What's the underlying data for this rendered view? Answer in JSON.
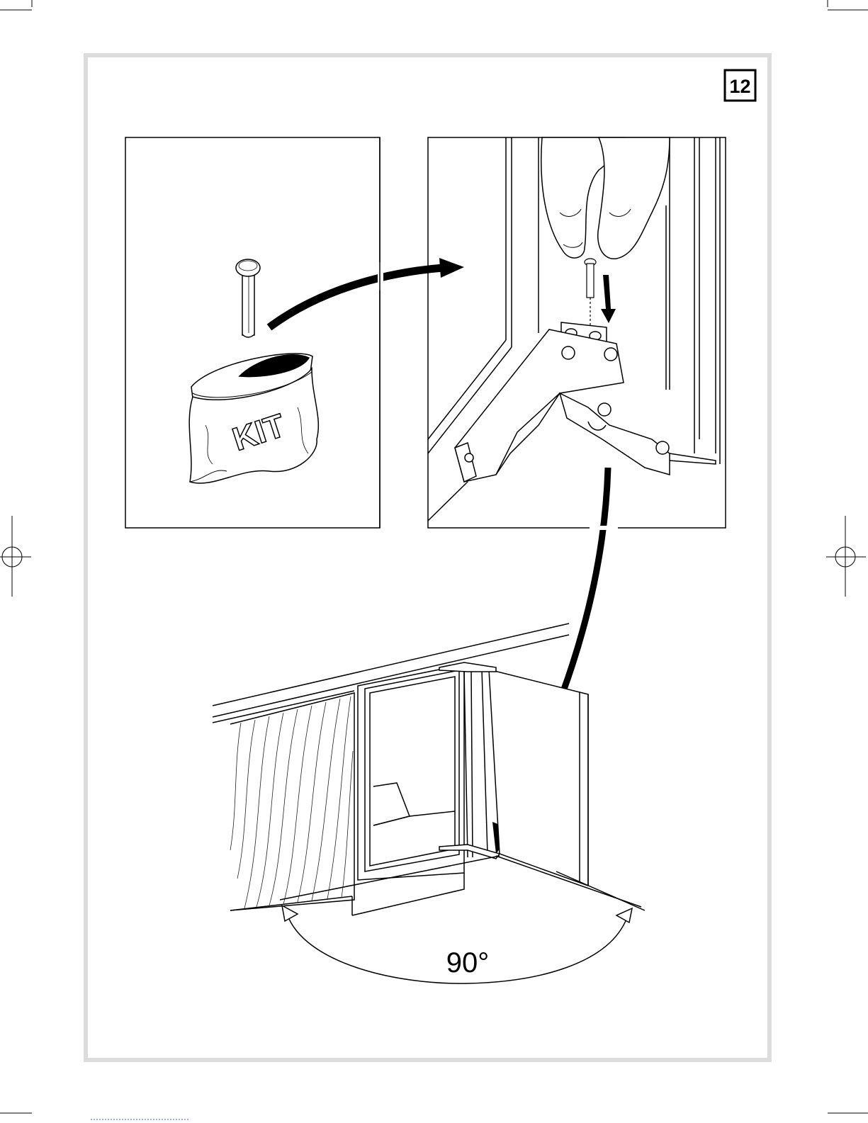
{
  "step_number": "12",
  "kit_label": "KIT",
  "angle_label": "90°",
  "colors": {
    "line": "#000000",
    "frame": "#dcdcdc",
    "hatch": "#222222",
    "footer_link": "#3366cc"
  },
  "icons": {
    "pin": "hinge-pin",
    "bag": "kit-bag",
    "hand": "hand-fingers",
    "hinge": "hinge-bracket",
    "registration": "registration-crosshair"
  }
}
